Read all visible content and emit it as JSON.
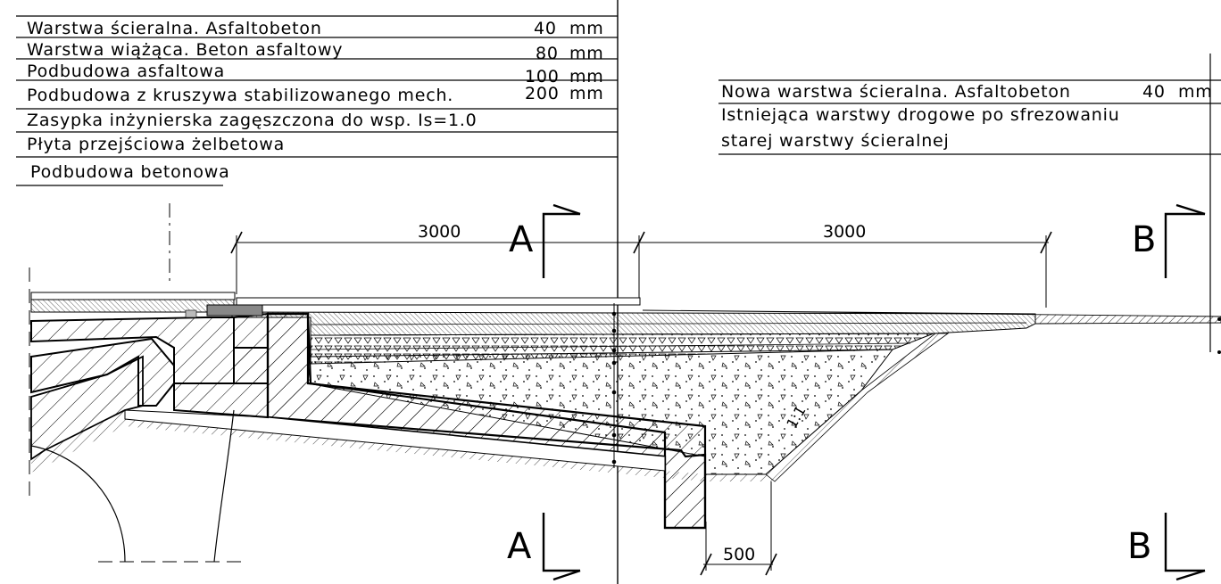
{
  "layers_left": [
    {
      "name": "Warstwa ścieralna. Asfaltobeton",
      "thickness": "40",
      "unit": "mm"
    },
    {
      "name": "Warstwa wiążąca. Beton asfaltowy",
      "thickness": "80",
      "unit": "mm"
    },
    {
      "name": "Podbudowa asfaltowa",
      "thickness": "100",
      "unit": "mm"
    },
    {
      "name": "Podbudowa z kruszywa stabilizowanego mech.",
      "thickness": "200",
      "unit": "mm"
    },
    {
      "name": "Zasypka inżynierska zagęszczona do wsp. Is=1.0",
      "thickness": "",
      "unit": ""
    },
    {
      "name": "Płyta przejściowa żelbetowa",
      "thickness": "",
      "unit": ""
    },
    {
      "name": "Podbudowa betonowa",
      "thickness": "",
      "unit": ""
    }
  ],
  "layers_right": {
    "layer1": {
      "name": "Nowa warstwa ścieralna. Asfaltobeton",
      "thickness": "40",
      "unit": "mm"
    },
    "layer2_line1": "Istniejąca warstwy drogowe po sfrezowaniu",
    "layer2_line2": "starej warstwy ścieralnej"
  },
  "dimensions": {
    "left_span": "3000",
    "right_span": "3000",
    "bottom": "500"
  },
  "slope_label": "1:1",
  "section_marks": {
    "a_top": "A",
    "a_bottom": "A",
    "b_top": "B",
    "b_bottom": "B"
  }
}
